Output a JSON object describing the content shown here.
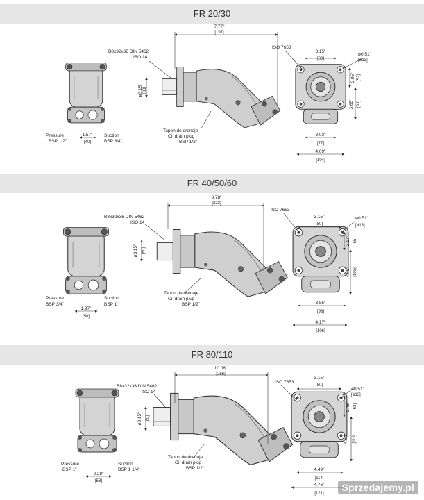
{
  "sections": [
    {
      "title": "FR 20/30",
      "spline": "B8x32x36 DIN 5462",
      "iso14": "ISO 14",
      "iso7653": "ISO 7653",
      "drain_es": "Tapon de drenaje",
      "drain_en": "Oil drain plug",
      "drain_bsp": "BSP 1/2\"",
      "pressure": "Pressure",
      "pressure_bsp": "BSP 1/2\"",
      "suction": "Suction",
      "suction_bsp": "BSP 3/4\"",
      "port_in": "1.57\"",
      "port_mm": "[40]",
      "length_in": "7.77\"",
      "length_mm": "[197]",
      "shaft_in": "ø3.15\"",
      "shaft_mm": "[80]",
      "bolt_in": "3.15\"",
      "bolt_mm": "[80]",
      "hole_in": "ø0.51\"",
      "hole_mm": "[ø13]",
      "v1_in": "2.05\"",
      "v1_mm": "[52]",
      "v2_in": "3.65\"",
      "v2_mm": "[93]",
      "w1_in": "3.03\"",
      "w1_mm": "[77]",
      "w2_in": "4.09\"",
      "w2_mm": "[104]"
    },
    {
      "title": "FR 40/50/60",
      "spline": "B8x32x36 DIN 5462",
      "iso14": "ISO 14",
      "iso7653": "ISO 7653",
      "drain_es": "Tapon de drenaje",
      "drain_en": "Oil drain plug",
      "drain_bsp": "BSP 1/2\"",
      "pressure": "Pressure",
      "pressure_bsp": "BSP 3/4\"",
      "suction": "Suction",
      "suction_bsp": "BSP 1\"",
      "port_in": "1.97\"",
      "port_mm": "[50]",
      "length_in": "8.78\"",
      "length_mm": "[223]",
      "shaft_in": "ø3.15\"",
      "shaft_mm": "[80]",
      "bolt_in": "3.15\"",
      "bolt_mm": "[80]",
      "hole_in": "ø0.51\"",
      "hole_mm": "[ø13]",
      "v1_in": "2.17\"",
      "v1_mm": "[55]",
      "v2_in": "4.06\"",
      "v2_mm": "[103]",
      "w1_in": "3.85\"",
      "w1_mm": "[98]",
      "w2_in": "4.17\"",
      "w2_mm": "[106]"
    },
    {
      "title": "FR 80/110",
      "spline": "B8x32x36 DIN 5462",
      "iso14": "ISO 14",
      "iso7653": "ISO 7653",
      "drain_es": "Tapon de drenaje",
      "drain_en": "Oil drain plug",
      "drain_bsp": "BSP 1/2\"",
      "pressure": "Pressure",
      "pressure_bsp": "BSP 1\"",
      "suction": "Suction",
      "suction_bsp": "BSP 1 1/4\"",
      "port_in": "2.28\"",
      "port_mm": "[58]",
      "length_in": "10.08\"",
      "length_mm": "[256]",
      "shaft_in": "ø3.15\"",
      "shaft_mm": "[80]",
      "bolt_in": "3.15\"",
      "bolt_mm": "[80]",
      "hole_in": "ø0.51\"",
      "hole_mm": "[ø13]",
      "v1_in": "2.48\"",
      "v1_mm": "[63]",
      "v2_in": "4.69\"",
      "v2_mm": "[119]",
      "w1_in": "4.49\"",
      "w1_mm": "[114]",
      "w2_in": "4.76\"",
      "w2_mm": "[121]"
    }
  ],
  "watermark": "Sprzedajemy.pl"
}
